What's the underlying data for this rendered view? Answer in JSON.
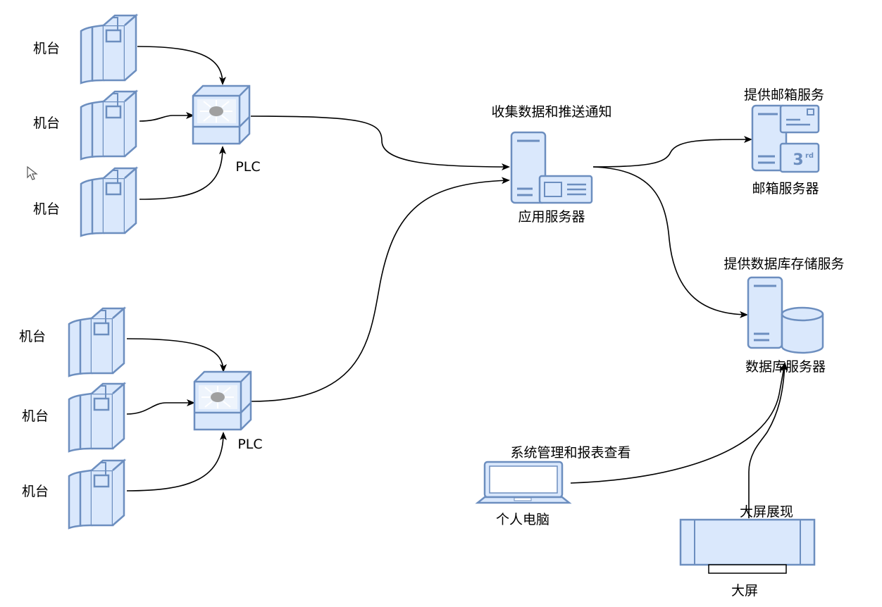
{
  "colors": {
    "icon_fill": "#dae8fc",
    "icon_stroke": "#6c8ebf",
    "connector": "#000000"
  },
  "labels": {
    "machine": "机台",
    "plc": "PLC",
    "app_server_caption": "收集数据和推送通知",
    "app_server": "应用服务器",
    "mail_caption": "提供邮箱服务",
    "mail_server": "邮箱服务器",
    "mail_badge": "3rd",
    "db_caption": "提供数据库存储服务",
    "db_server": "数据库服务器",
    "pc_caption": "系统管理和报表查看",
    "pc": "个人电脑",
    "screen_caption": "大屏展现",
    "screen": "大屏"
  },
  "icons": {
    "machine": "machine-cabinet-icon",
    "plc": "network-switch-icon",
    "app_server": "application-server-icon",
    "mail_server": "mail-server-icon",
    "db_server": "database-server-icon",
    "pc": "laptop-icon",
    "screen": "large-display-icon",
    "cursor": "mouse-pointer-icon"
  },
  "nodes": [
    {
      "id": "m1",
      "type": "machine"
    },
    {
      "id": "m2",
      "type": "machine"
    },
    {
      "id": "m3",
      "type": "machine"
    },
    {
      "id": "m4",
      "type": "machine"
    },
    {
      "id": "m5",
      "type": "machine"
    },
    {
      "id": "m6",
      "type": "machine"
    },
    {
      "id": "plc1",
      "type": "plc"
    },
    {
      "id": "plc2",
      "type": "plc"
    },
    {
      "id": "app",
      "type": "app_server"
    },
    {
      "id": "mail",
      "type": "mail_server"
    },
    {
      "id": "db",
      "type": "db_server"
    },
    {
      "id": "pc",
      "type": "pc"
    },
    {
      "id": "screen",
      "type": "screen"
    }
  ],
  "edges": [
    {
      "from": "m1",
      "to": "plc1"
    },
    {
      "from": "m2",
      "to": "plc1"
    },
    {
      "from": "m3",
      "to": "plc1"
    },
    {
      "from": "m4",
      "to": "plc2"
    },
    {
      "from": "m5",
      "to": "plc2"
    },
    {
      "from": "m6",
      "to": "plc2"
    },
    {
      "from": "plc1",
      "to": "app"
    },
    {
      "from": "plc2",
      "to": "app"
    },
    {
      "from": "app",
      "to": "mail"
    },
    {
      "from": "app",
      "to": "db"
    },
    {
      "from": "pc",
      "to": "db"
    },
    {
      "from": "screen",
      "to": "db"
    }
  ]
}
